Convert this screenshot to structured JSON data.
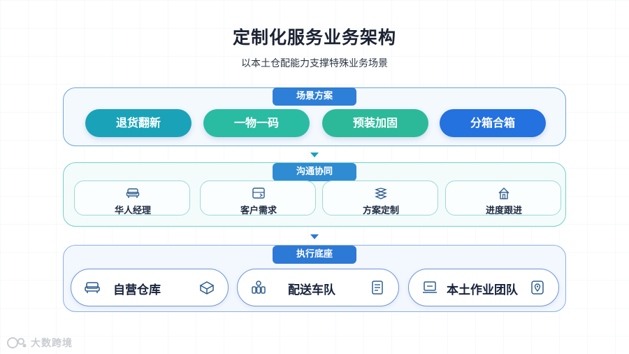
{
  "title": "定制化服务业务架构",
  "subtitle": "以本土仓配能力支撑特殊业务场景",
  "layers": [
    {
      "label": "场景方案",
      "items": [
        "退货翻新",
        "一物一码",
        "预装加固",
        "分箱合箱"
      ]
    },
    {
      "label": "沟通协同",
      "items": [
        {
          "label": "华人经理",
          "icon": "sofa-icon"
        },
        {
          "label": "客户需求",
          "icon": "message-box-icon"
        },
        {
          "label": "方案定制",
          "icon": "layers-icon"
        },
        {
          "label": "进度跟进",
          "icon": "home-icon"
        }
      ]
    },
    {
      "label": "执行底座",
      "items": [
        {
          "label": "自营仓库",
          "icon_left": "sofa-icon",
          "icon_right": "package-icon"
        },
        {
          "label": "配送车队",
          "icon_left": "team-icon",
          "icon_right": "document-icon"
        },
        {
          "label": "本土作业团队",
          "icon_left": "monitor-icon",
          "icon_right": "location-pin-icon"
        }
      ]
    }
  ],
  "watermark": {
    "text": "大数跨境",
    "icon": "brand-logo-icon"
  },
  "colors": {
    "tag_blue": "#2e7fd8",
    "pill_teal": "#1aa3b8",
    "pill_green": "#29bca3",
    "pill_blue": "#2471e0",
    "icon_stroke": "#2f5d8f"
  }
}
